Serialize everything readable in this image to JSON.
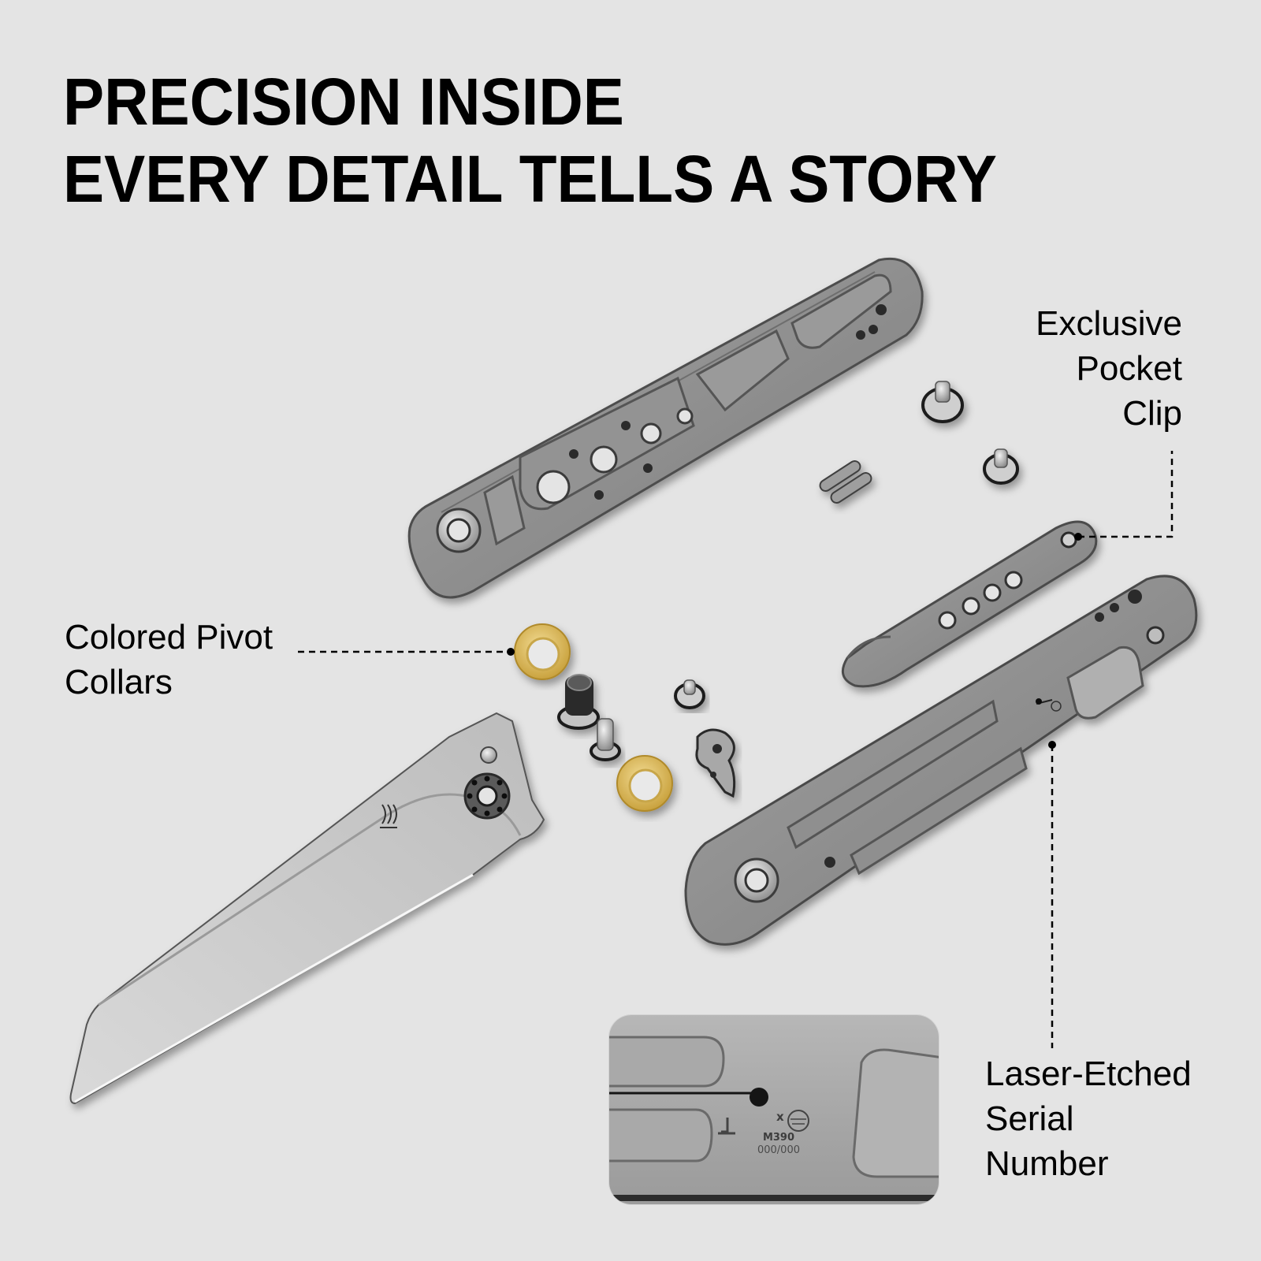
{
  "headline": {
    "line1": "PRECISION INSIDE",
    "line2": "EVERY DETAIL TELLS A STORY"
  },
  "callouts": [
    {
      "id": "pocket-clip",
      "lines": [
        "Exclusive",
        "Pocket",
        "Clip"
      ]
    },
    {
      "id": "pivot-collars",
      "lines": [
        "Colored Pivot",
        "Collars"
      ]
    },
    {
      "id": "serial-number",
      "lines": [
        "Laser-Etched",
        "Serial",
        "Number"
      ]
    }
  ],
  "inset": {
    "etch_x": "x",
    "steel": "M390",
    "serial": "000/000"
  },
  "colors": {
    "background": "#e4e4e4",
    "text": "#000000",
    "titanium": "#8e8e8e",
    "blade": "#c9c9c9",
    "brass_collar": "#d8b85a"
  }
}
